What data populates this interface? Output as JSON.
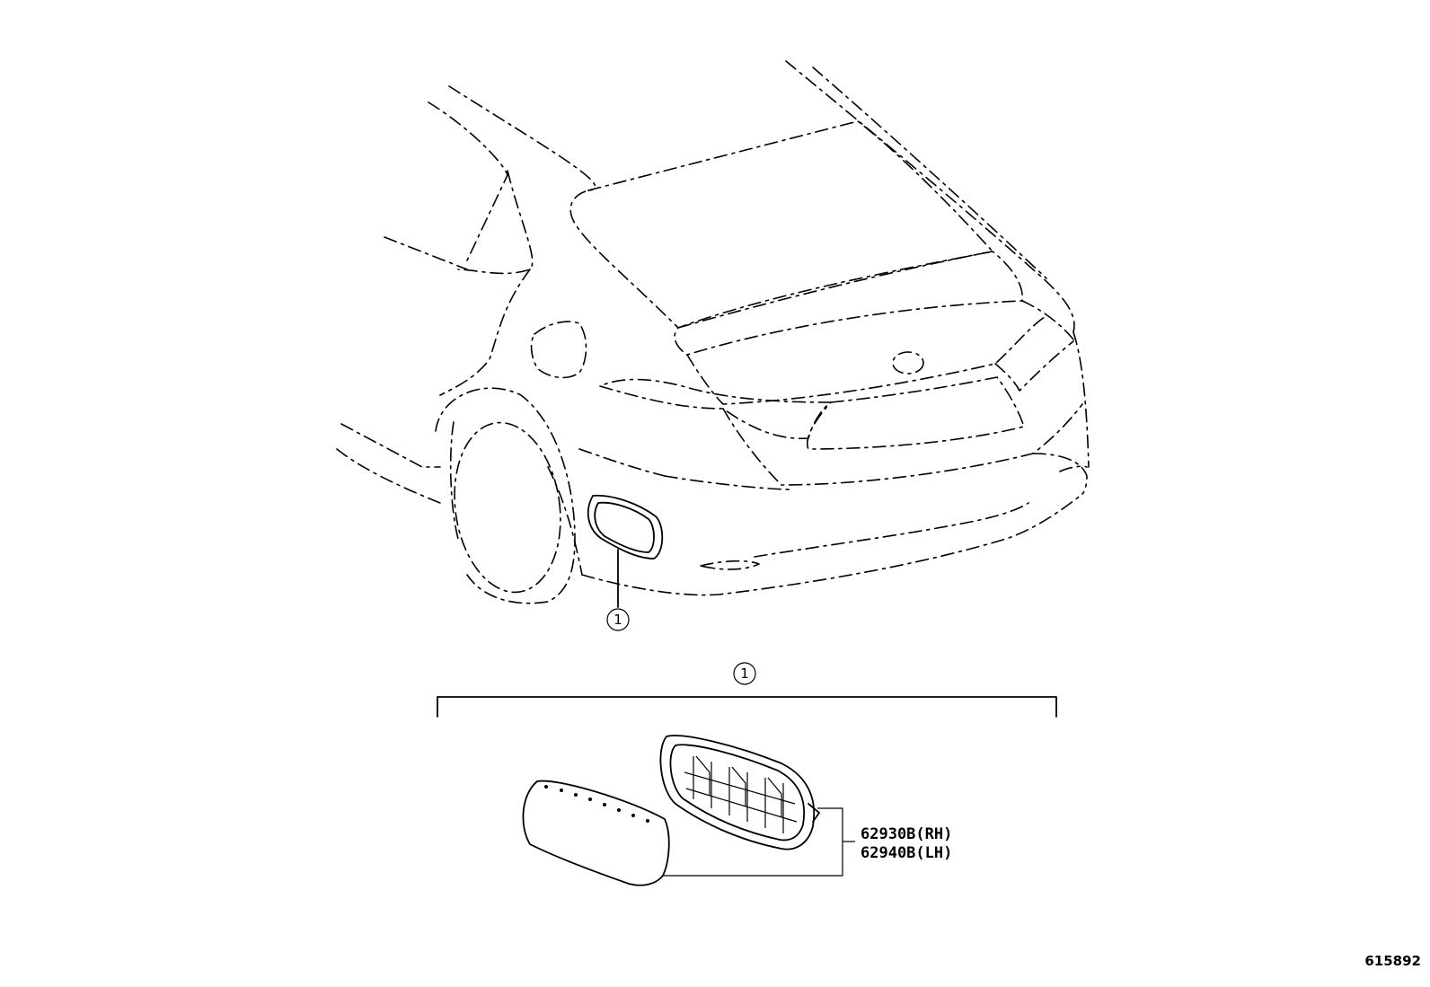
{
  "diagram": {
    "figure_id": "615892",
    "callout_marker": "1",
    "part_numbers": [
      {
        "label": "62930B(RH)"
      },
      {
        "label": "62940B(LH)"
      }
    ],
    "colors": {
      "line": "#000000",
      "background": "#ffffff"
    }
  }
}
